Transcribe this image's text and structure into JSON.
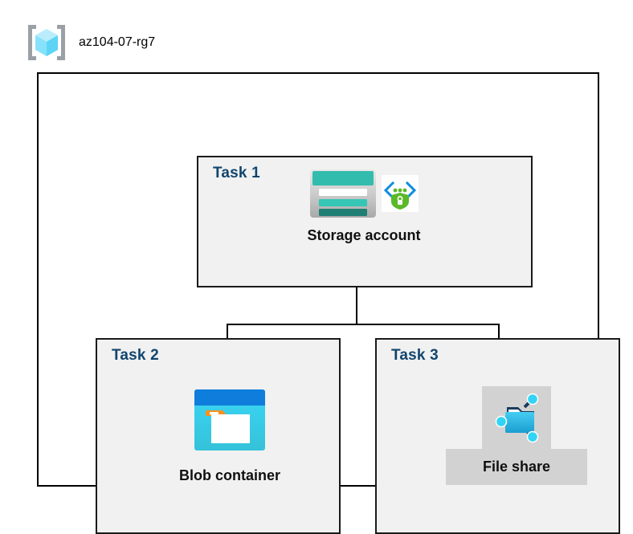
{
  "header": {
    "icon": "resource-group-icon",
    "title": "az104-07-rg7"
  },
  "diagram": {
    "container_name": "resource-group-boundary",
    "panels": [
      {
        "id": "task1",
        "label": "Task 1",
        "node": {
          "caption": "Storage account",
          "icons": [
            "storage-account-icon",
            "secure-endpoint-icon"
          ],
          "highlighted": false
        }
      },
      {
        "id": "task2",
        "label": "Task 2",
        "node": {
          "caption": "Blob container",
          "icons": [
            "blob-container-icon"
          ],
          "highlighted": false
        }
      },
      {
        "id": "task3",
        "label": "Task 3",
        "node": {
          "caption": "File share",
          "icons": [
            "file-share-icon"
          ],
          "highlighted": true
        }
      }
    ],
    "connections": [
      {
        "from": "Storage account",
        "to": "Blob container"
      },
      {
        "from": "Storage account",
        "to": "File share"
      }
    ]
  },
  "colors": {
    "background": "#ffffff",
    "panel_fill": "#f1f1f1",
    "panel_border": "#1a1a1a",
    "task_label": "#11456e",
    "caption": "#101010",
    "highlight_band": "#d2d2d2",
    "storage_teal": "#32bcad",
    "storage_teal_dark": "#1f7f74",
    "blob_blue": "#0f7ddb",
    "blob_cyan": "#32d4f0",
    "blob_orange": "#f7921e",
    "fileshare_blue": "#32bde8",
    "shield_green": "#5bb82a",
    "bracket_grey": "#9aa0a6",
    "cube_cyan": "#86e2fb"
  }
}
